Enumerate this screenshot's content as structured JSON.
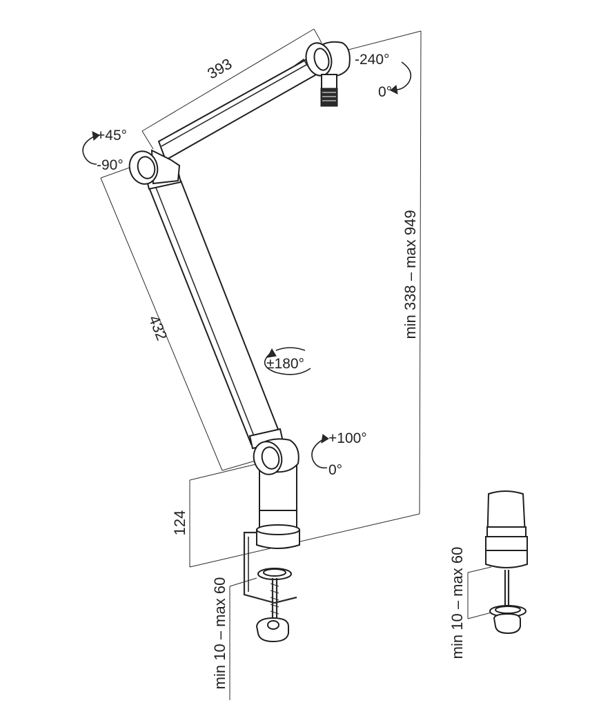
{
  "dimensions": {
    "upper_arm_length": "393",
    "lower_arm_length": "432",
    "base_height": "124",
    "overall_height": "min 338 – max 949",
    "clamp_range": "min 10 – max 60",
    "clamp_range_alt": "min 10 – max 60"
  },
  "angles": {
    "head_tilt_top": "-240°",
    "head_tilt_bottom": "0°",
    "elbow_top": "+45°",
    "elbow_bottom": "-90°",
    "arm_rotation": "±180°",
    "base_top": "+100°",
    "base_bottom": "0°"
  },
  "colors": {
    "line": "#2a2a2a",
    "fill": "#ffffff",
    "dark": "#2a2a2a"
  }
}
